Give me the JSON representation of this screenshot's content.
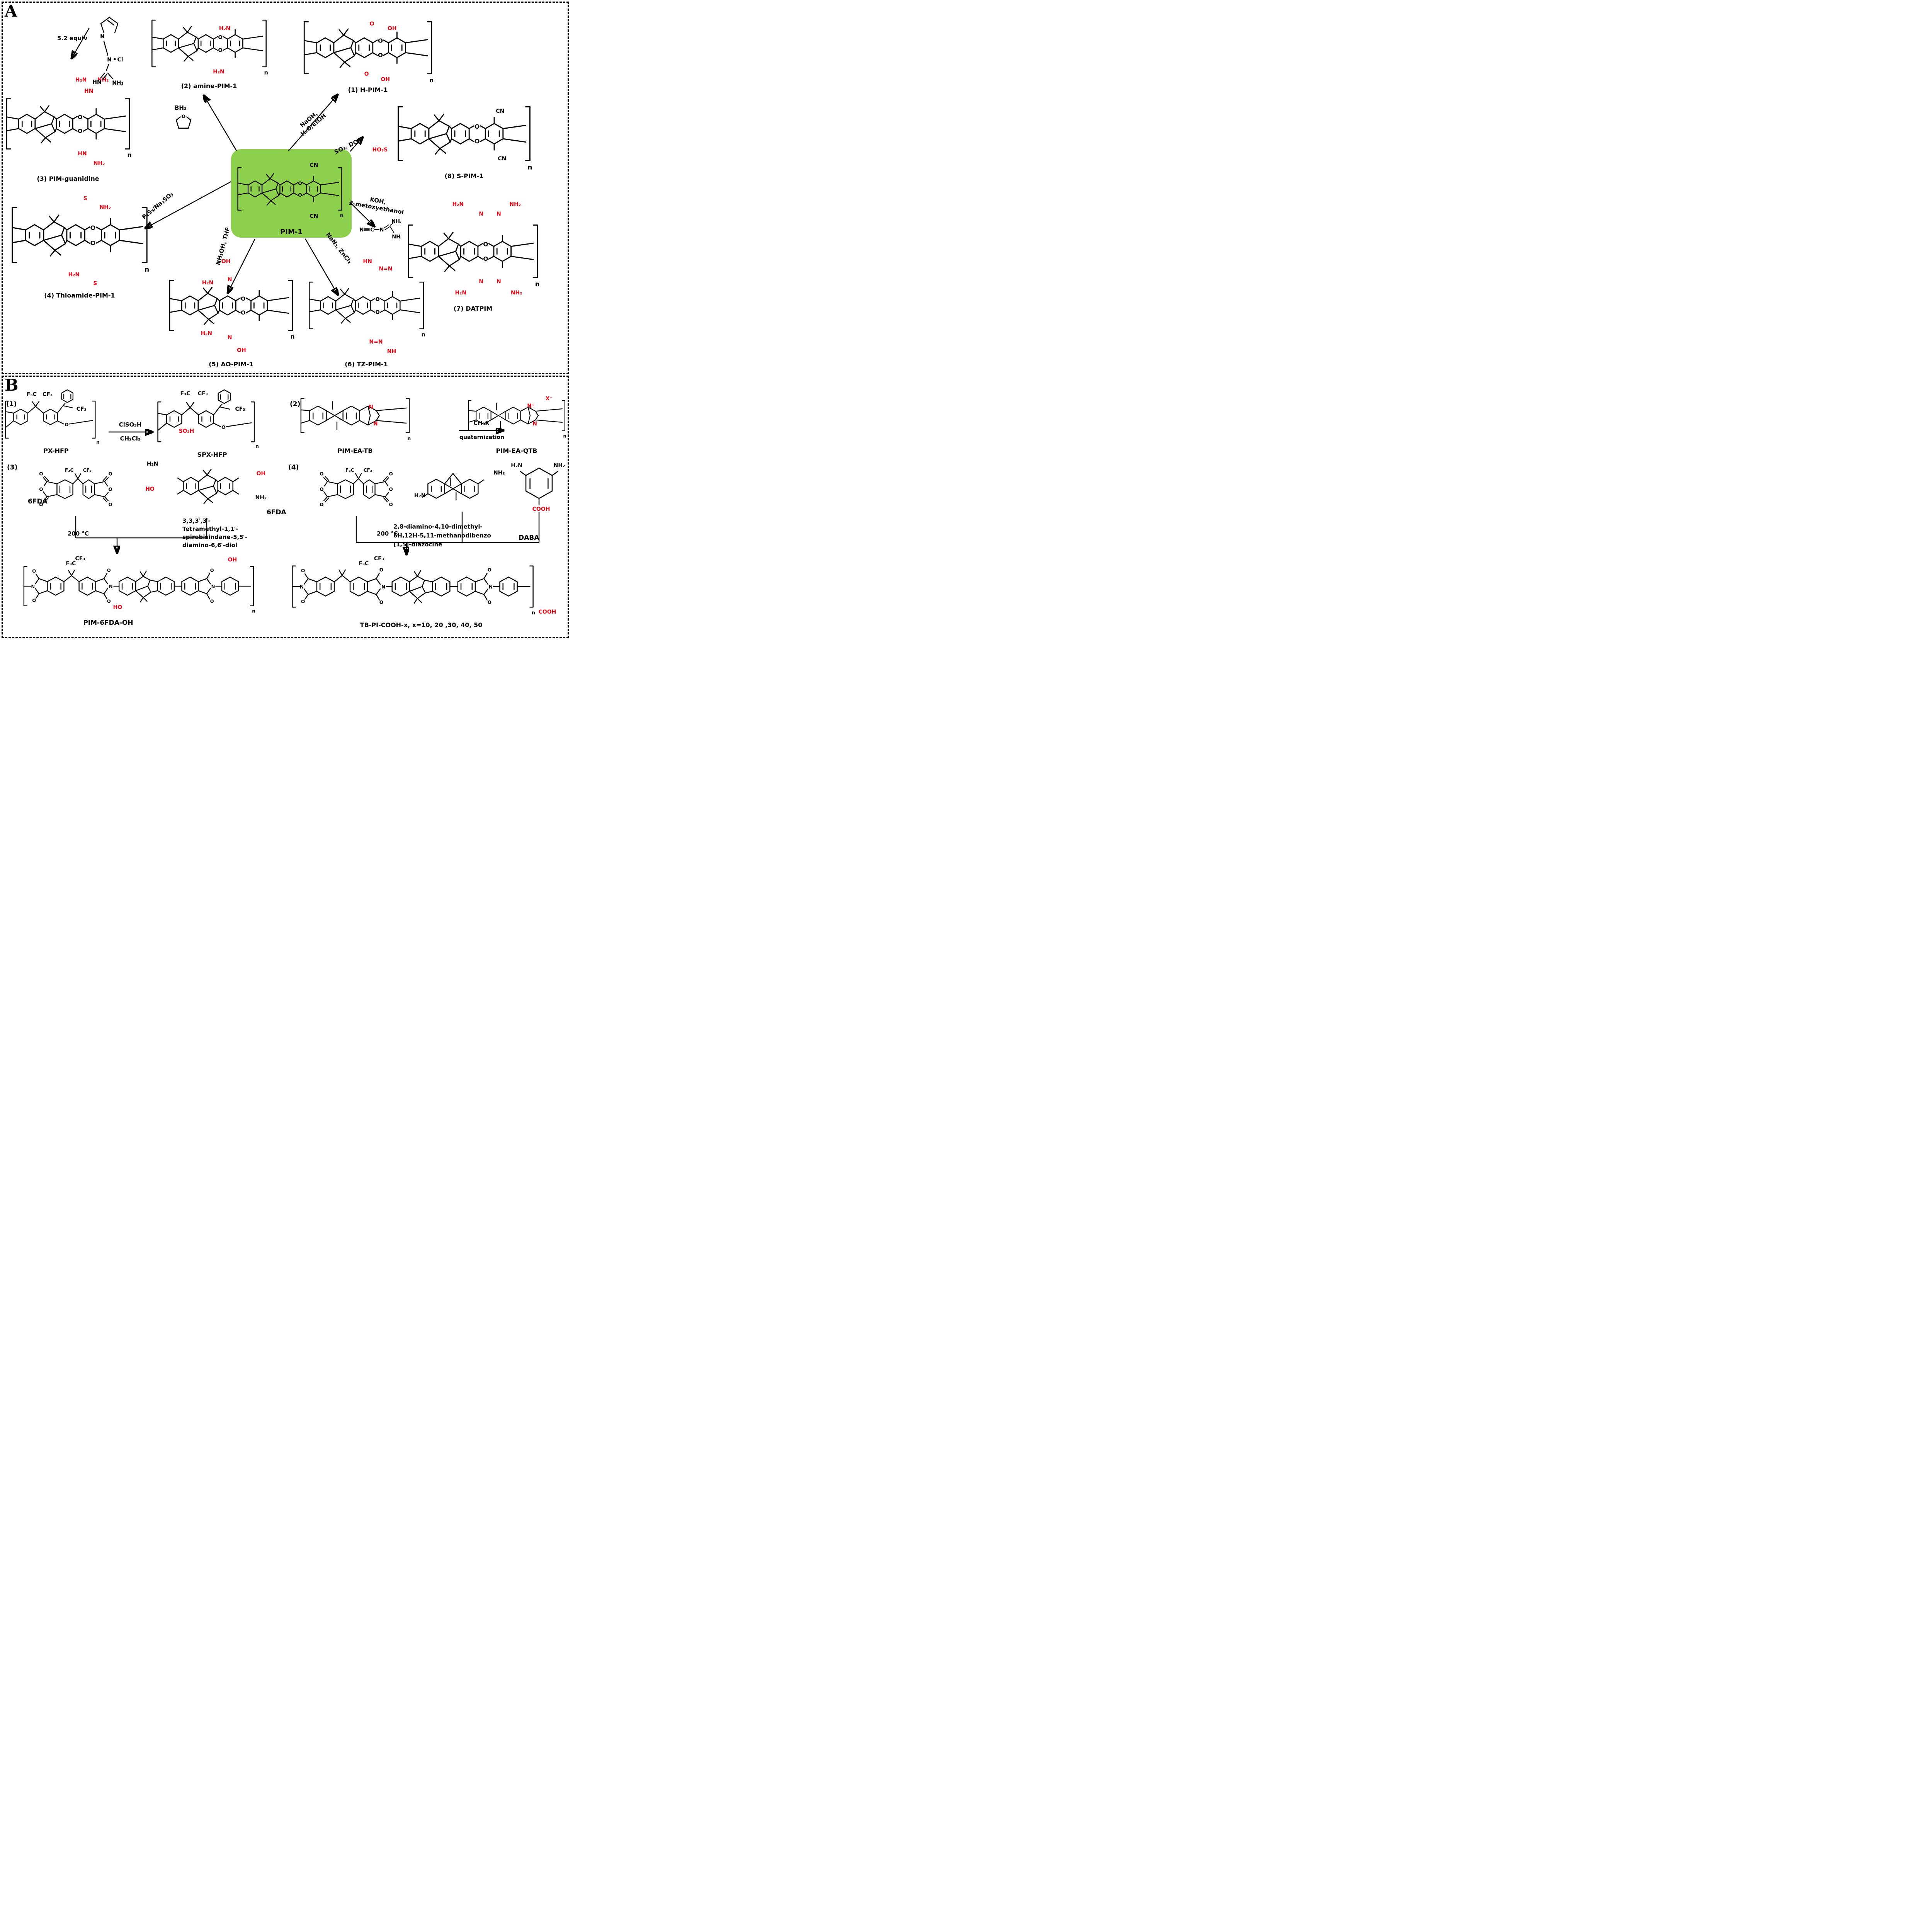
{
  "colors": {
    "red": "#e30613",
    "green": "#8dd04d",
    "black": "#000000"
  },
  "atoms": {
    "o": "O",
    "n": "n",
    "cn": "CN",
    "f3c": "F₃C",
    "cf3": "CF₃",
    "h2n": "H₂N",
    "nh2": "NH₂",
    "hn": "HN",
    "nh": "NH",
    "ho": "HO",
    "oh": "OH",
    "s": "S",
    "so3h": "SO₃H",
    "ho3s": "HO₃S",
    "cooh": "COOH",
    "nn": "N",
    "nneq": "N=N",
    "c": "C",
    "cl": "Cl",
    "nplus": "N⁺",
    "xminus": "X⁻"
  },
  "A": {
    "tag": "A",
    "center_label": "PIM-1",
    "products": [
      {
        "label": "(1) H-PIM-1"
      },
      {
        "label": "(2) amine-PIM-1"
      },
      {
        "label": "(3) PIM-guanidine"
      },
      {
        "label": "(4) Thioamide-PIM-1"
      },
      {
        "label": "(5) AO-PIM-1"
      },
      {
        "label": "(6) TZ-PIM-1"
      },
      {
        "label": "(7) DATPIM"
      },
      {
        "label": "(8) S-PIM-1"
      }
    ],
    "reagents": {
      "equiv": "5.2 equiv",
      "borane": "BH₃",
      "naoh1": "NaOH,",
      "naoh2": "H₂O/EtOH",
      "so3": "SO₃, DCM",
      "koh1": "KOH,",
      "koh2": "2-metoxyethanol",
      "nan3": "NaN₃, ZnCl₂",
      "nh2oh": "NH₂OH, THF",
      "p2s5": "P₂S₅/Na₂SO₃"
    }
  },
  "B": {
    "tag": "B",
    "r1": {
      "num": "(1)",
      "reactant": "PX-HFP",
      "top": "ClSO₃H",
      "bottom": "CH₂Cl₂",
      "product": "SPX-HFP"
    },
    "r2": {
      "num": "(2)",
      "reactant": "PIM-EA-TB",
      "top": "CH₃X",
      "bottom": "quaternization",
      "product": "PIM-EA-QTB"
    },
    "r3": {
      "num": "(3)",
      "m1": "6FDA",
      "temp": "200 °C",
      "name_lines": [
        "3,3,3′,3′-",
        "Tetramethyl-1,1′-",
        "spirobisindane-5,5′-",
        "diamino-6,6′-diol"
      ],
      "product": "PIM-6FDA-OH"
    },
    "r4": {
      "num": "(4)",
      "m1": "6FDA",
      "temp": "200 °C",
      "name_lines": [
        "2,8-diamino-4,10-dimethyl-",
        "6H,12H-5,11-methanodibenzo",
        "[1,5]-diazocine"
      ],
      "daba": "DABA",
      "product": "TB-PI-COOH-x, x=10, 20 ,30, 40, 50"
    }
  }
}
